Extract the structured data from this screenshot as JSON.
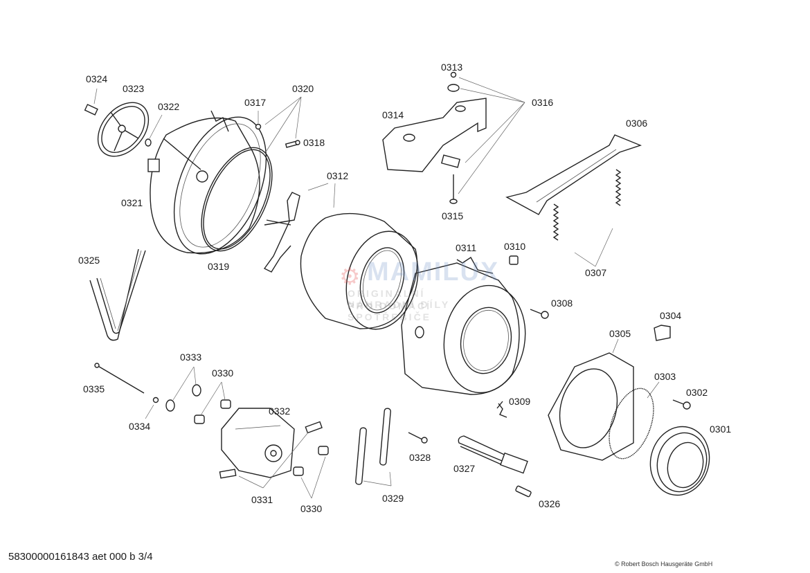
{
  "diagram": {
    "title": "Exploded parts diagram – washing machine tub assembly",
    "labels": {
      "p0301": "0301",
      "p0302": "0302",
      "p0303": "0303",
      "p0304": "0304",
      "p0305": "0305",
      "p0306": "0306",
      "p0307": "0307",
      "p0308": "0308",
      "p0309": "0309",
      "p0310": "0310",
      "p0311": "0311",
      "p0312": "0312",
      "p0313": "0313",
      "p0314": "0314",
      "p0315": "0315",
      "p0316": "0316",
      "p0317": "0317",
      "p0318": "0318",
      "p0319": "0319",
      "p0320": "0320",
      "p0321": "0321",
      "p0322": "0322",
      "p0323": "0323",
      "p0324": "0324",
      "p0325": "0325",
      "p0326": "0326",
      "p0327": "0327",
      "p0328": "0328",
      "p0329": "0329",
      "p0330a": "0330",
      "p0330b": "0330",
      "p0331": "0331",
      "p0332": "0332",
      "p0333": "0333",
      "p0334": "0334",
      "p0335": "0335"
    },
    "footer": {
      "document_id": "58300000161843 aet 000 b 3/4",
      "copyright": "© Robert Bosch Hausgeräte GmbH"
    },
    "watermark": {
      "brand": "MAMILUX",
      "line1": "ORIGINÁLNÍ NÁHRADNÍ DÍLY",
      "line2": "PRO DOMÁCÍ SPOTŘEBIČE"
    }
  }
}
